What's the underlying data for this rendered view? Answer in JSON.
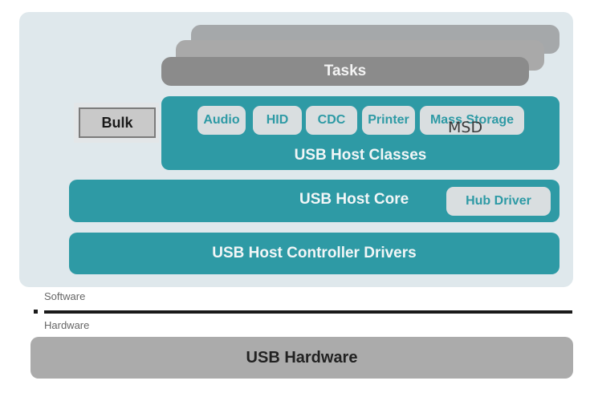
{
  "diagram": {
    "title": "USB Host Stack Architecture",
    "colors": {
      "teal": "#2e9aa5",
      "panel": "#dfe8ec",
      "chip": "#d9dee0",
      "tasks": "#8b8b8b",
      "hardware": "#ababab"
    },
    "tasks_label": "Tasks",
    "bulk_label": "Bulk",
    "host_classes": {
      "label": "USB Host Classes",
      "chips": [
        "Audio",
        "HID",
        "CDC",
        "Printer",
        "Mass Storage"
      ],
      "annotation": "MSD"
    },
    "host_core": {
      "label": "USB Host Core",
      "hub_driver": "Hub Driver"
    },
    "controller_drivers_label": "USB Host Controller Drivers",
    "boundary": {
      "software_label": "Software",
      "hardware_label": "Hardware"
    },
    "usb_hardware_label": "USB Hardware"
  }
}
